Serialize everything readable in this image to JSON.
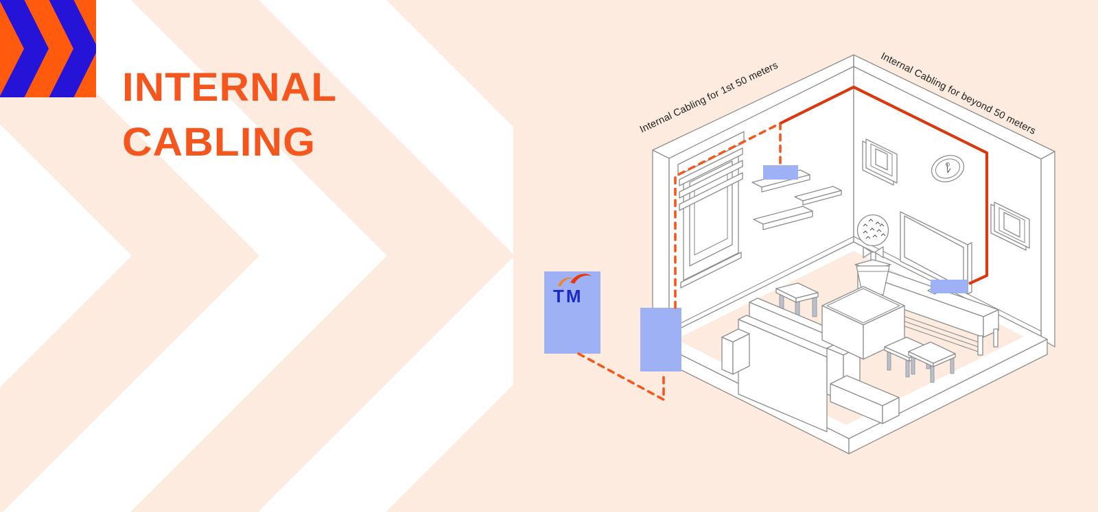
{
  "page": {
    "title_line1": "INTERNAL",
    "title_line2": "CABLING"
  },
  "diagram": {
    "label_first_50": "Internal Cabling for 1st 50 meters",
    "label_beyond_50": "Internal Cabling for beyond 50 meters",
    "tm_logo_text": "TM"
  },
  "colors": {
    "background_peach": "#fcebde",
    "background_white": "#ffffff",
    "logo_blue": "#2514d8",
    "logo_orange": "#ff5a0d",
    "title_orange": "#f4561e",
    "label_text": "#1e1e1e",
    "outline_gray": "#8c8c8c",
    "cable_dashed_orange": "#f4571b",
    "cable_solid_red": "#d9390f",
    "device_box_blue": "#9db1f4",
    "tm_text_blue": "#1b2ac6",
    "tm_wing_orange": "#f58220",
    "tm_wing_red": "#e8380d",
    "furniture_leg_gray": "#b9bfcc"
  }
}
